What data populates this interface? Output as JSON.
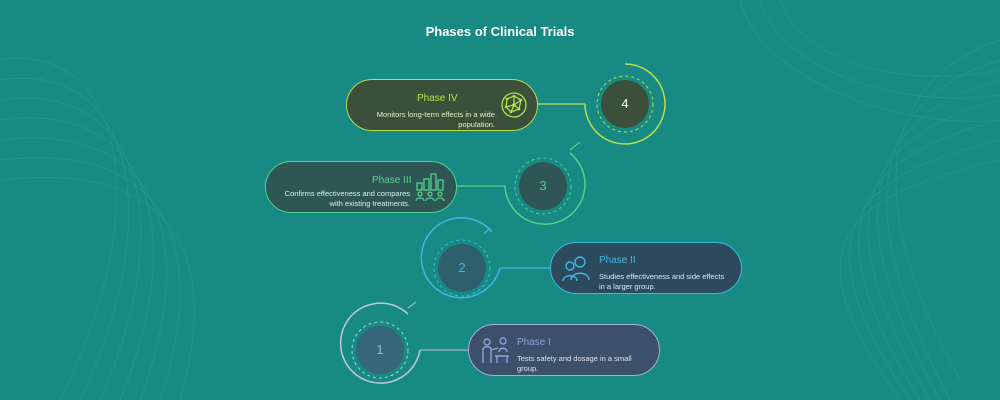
{
  "title": "Phases of Clinical Trials",
  "colors": {
    "background": "#178a83",
    "phase1": "#8fa0d6",
    "phase2": "#3fb8e6",
    "phase3": "#4fd48a",
    "phase4": "#b8e04a"
  },
  "phases": [
    {
      "number": "1",
      "label": "Phase I",
      "description": "Tests safety and dosage in a small group.",
      "icon": "doctor-patient-icon"
    },
    {
      "number": "2",
      "label": "Phase II",
      "description": "Studies effectiveness and side effects in a larger group.",
      "icon": "people-group-icon"
    },
    {
      "number": "3",
      "label": "Phase III",
      "description": "Confirms effectiveness and compares with existing treatments.",
      "icon": "bar-chart-people-icon"
    },
    {
      "number": "4",
      "label": "Phase IV",
      "description": "Monitors long-term effects in a wide population.",
      "icon": "globe-network-icon"
    }
  ]
}
